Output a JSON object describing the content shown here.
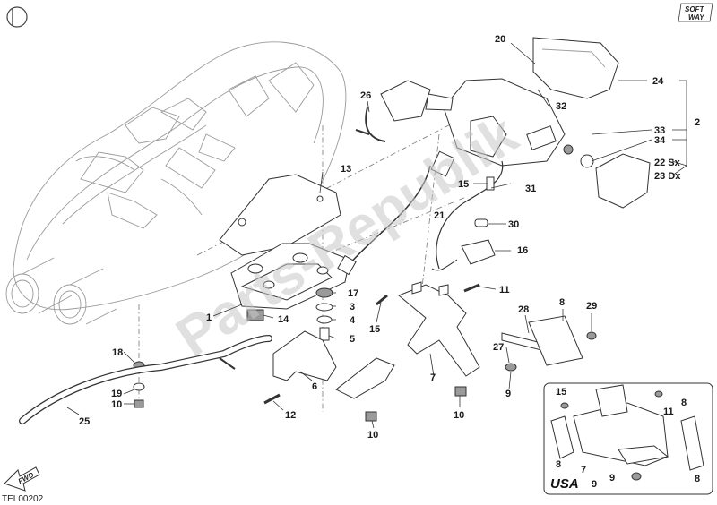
{
  "watermark": "Parts-Republik",
  "drawing_code": "TEL00202",
  "inset_label": "USA",
  "logo": {
    "line1": "SOFT",
    "line2": "WAY"
  },
  "fwd_label": "FWD",
  "callouts": [
    {
      "id": "20"
    },
    {
      "id": "24"
    },
    {
      "id": "2"
    },
    {
      "id": "26"
    },
    {
      "id": "32"
    },
    {
      "id": "33"
    },
    {
      "id": "34"
    },
    {
      "id": "22 Sx"
    },
    {
      "id": "23 Dx"
    },
    {
      "id": "13"
    },
    {
      "id": "15"
    },
    {
      "id": "31"
    },
    {
      "id": "21"
    },
    {
      "id": "30"
    },
    {
      "id": "16"
    },
    {
      "id": "17"
    },
    {
      "id": "3"
    },
    {
      "id": "4"
    },
    {
      "id": "5"
    },
    {
      "id": "1"
    },
    {
      "id": "14"
    },
    {
      "id": "11"
    },
    {
      "id": "15"
    },
    {
      "id": "8"
    },
    {
      "id": "28"
    },
    {
      "id": "29"
    },
    {
      "id": "27"
    },
    {
      "id": "9"
    },
    {
      "id": "18"
    },
    {
      "id": "6"
    },
    {
      "id": "7"
    },
    {
      "id": "19"
    },
    {
      "id": "10"
    },
    {
      "id": "10"
    },
    {
      "id": "10"
    },
    {
      "id": "25"
    },
    {
      "id": "12"
    },
    {
      "id": "15"
    },
    {
      "id": "11"
    },
    {
      "id": "8"
    },
    {
      "id": "8"
    },
    {
      "id": "7"
    },
    {
      "id": "9"
    },
    {
      "id": "8"
    },
    {
      "id": "9"
    }
  ]
}
